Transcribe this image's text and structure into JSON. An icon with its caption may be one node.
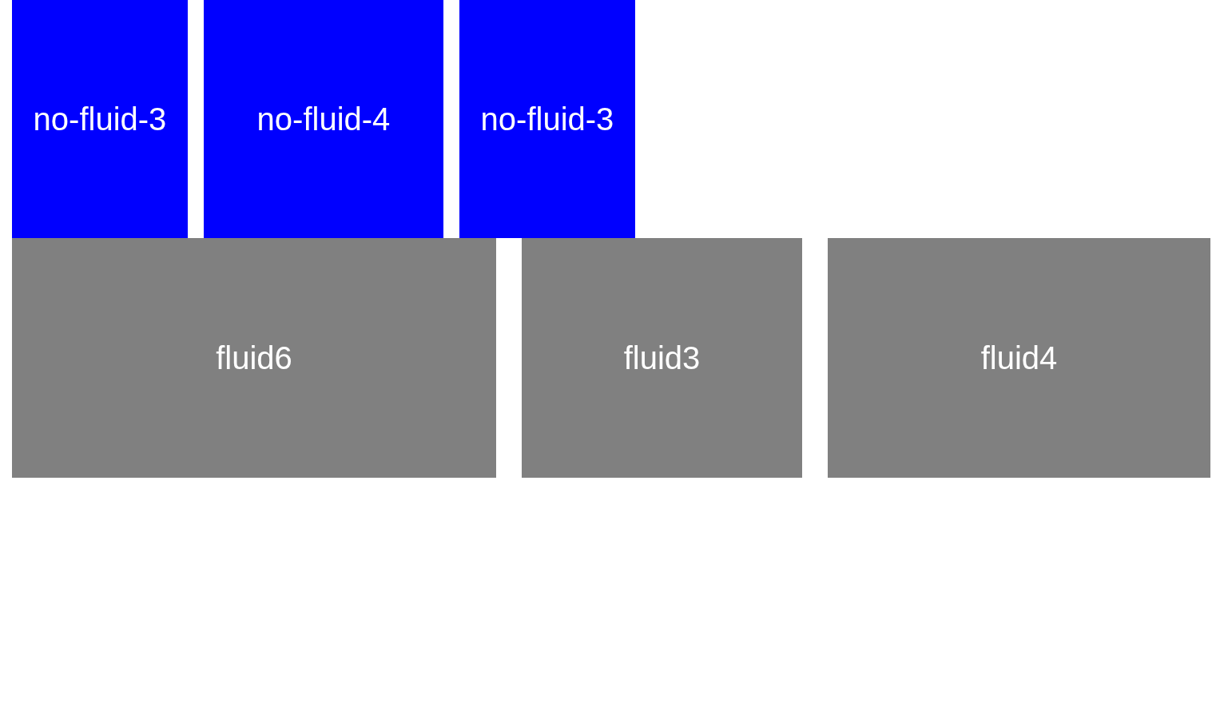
{
  "diagram": {
    "nodes": [
      {
        "text": [
          "no-fluid-3"
        ]
      },
      {
        "text": [
          "no-fluid-4"
        ]
      },
      {
        "text": [
          "no-fluid-3"
        ]
      },
      {
        "text": [
          "fluid6"
        ]
      },
      {
        "text": [
          "fluid3"
        ]
      },
      {
        "text": [
          "fluid4"
        ]
      }
    ],
    "edges": []
  }
}
